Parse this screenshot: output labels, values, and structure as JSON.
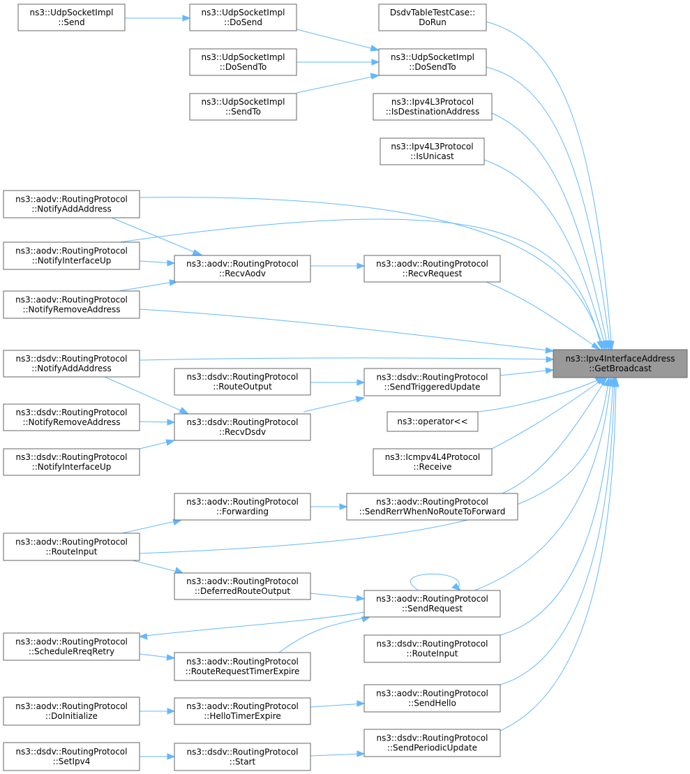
{
  "colors": {
    "edge": "#63b8ff",
    "node_border": "#666666",
    "focus_fill": "#999999"
  },
  "nodes": {
    "target": [
      "ns3::Ipv4InterfaceAddress",
      "::GetBroadcast"
    ],
    "udpSend": [
      "ns3::UdpSocketImpl",
      "::Send"
    ],
    "udpDoSend": [
      "ns3::UdpSocketImpl",
      "::DoSend"
    ],
    "dsdvTestDoRun": [
      "DsdvTableTestCase::",
      "DoRun"
    ],
    "udpDoSendTo2": [
      "ns3::UdpSocketImpl",
      "::DoSendTo"
    ],
    "udpDoSendTo": [
      "ns3::UdpSocketImpl",
      "::DoSendTo"
    ],
    "udpSendTo": [
      "ns3::UdpSocketImpl",
      "::SendTo"
    ],
    "ipv4IsDest": [
      "ns3::Ipv4L3Protocol",
      "::IsDestinationAddress"
    ],
    "ipv4IsUnicast": [
      "ns3::Ipv4L3Protocol",
      "::IsUnicast"
    ],
    "aodvNotifyAdd": [
      "ns3::aodv::RoutingProtocol",
      "::NotifyAddAddress"
    ],
    "aodvNotifyUp": [
      "ns3::aodv::RoutingProtocol",
      "::NotifyInterfaceUp"
    ],
    "aodvRecvAodv": [
      "ns3::aodv::RoutingProtocol",
      "::RecvAodv"
    ],
    "aodvRecvRequest": [
      "ns3::aodv::RoutingProtocol",
      "::RecvRequest"
    ],
    "aodvNotifyRemove": [
      "ns3::aodv::RoutingProtocol",
      "::NotifyRemoveAddress"
    ],
    "dsdvNotifyAdd": [
      "ns3::dsdv::RoutingProtocol",
      "::NotifyAddAddress"
    ],
    "dsdvRouteOutput": [
      "ns3::dsdv::RoutingProtocol",
      "::RouteOutput"
    ],
    "dsdvSendTriggered": [
      "ns3::dsdv::RoutingProtocol",
      "::SendTriggeredUpdate"
    ],
    "dsdvNotifyRemove": [
      "ns3::dsdv::RoutingProtocol",
      "::NotifyRemoveAddress"
    ],
    "dsdvRecvDsdv": [
      "ns3::dsdv::RoutingProtocol",
      "::RecvDsdv"
    ],
    "operatorLL": [
      "ns3::operator<<"
    ],
    "dsdvNotifyUp": [
      "ns3::dsdv::RoutingProtocol",
      "::NotifyInterfaceUp"
    ],
    "icmpReceive": [
      "ns3::Icmpv4L4Protocol",
      "::Receive"
    ],
    "aodvForwarding": [
      "ns3::aodv::RoutingProtocol",
      "::Forwarding"
    ],
    "aodvSendRerr": [
      "ns3::aodv::RoutingProtocol",
      "::SendRerrWhenNoRouteToForward"
    ],
    "aodvRouteInput": [
      "ns3::aodv::RoutingProtocol",
      "::RouteInput"
    ],
    "aodvDeferred": [
      "ns3::aodv::RoutingProtocol",
      "::DeferredRouteOutput"
    ],
    "aodvSendRequest": [
      "ns3::aodv::RoutingProtocol",
      "::SendRequest"
    ],
    "aodvSchedRreq": [
      "ns3::aodv::RoutingProtocol",
      "::ScheduleRreqRetry"
    ],
    "aodvRreqTimer": [
      "ns3::aodv::RoutingProtocol",
      "::RouteRequestTimerExpire"
    ],
    "dsdvRouteInput": [
      "ns3::dsdv::RoutingProtocol",
      "::RouteInput"
    ],
    "aodvDoInit": [
      "ns3::aodv::RoutingProtocol",
      "::DoInitialize"
    ],
    "aodvHelloTimer": [
      "ns3::aodv::RoutingProtocol",
      "::HelloTimerExpire"
    ],
    "aodvSendHello": [
      "ns3::aodv::RoutingProtocol",
      "::SendHello"
    ],
    "dsdvSetIpv4": [
      "ns3::dsdv::RoutingProtocol",
      "::SetIpv4"
    ],
    "dsdvStart": [
      "ns3::dsdv::RoutingProtocol",
      "::Start"
    ],
    "dsdvSendPeriodic": [
      "ns3::dsdv::RoutingProtocol",
      "::SendPeriodicUpdate"
    ]
  }
}
